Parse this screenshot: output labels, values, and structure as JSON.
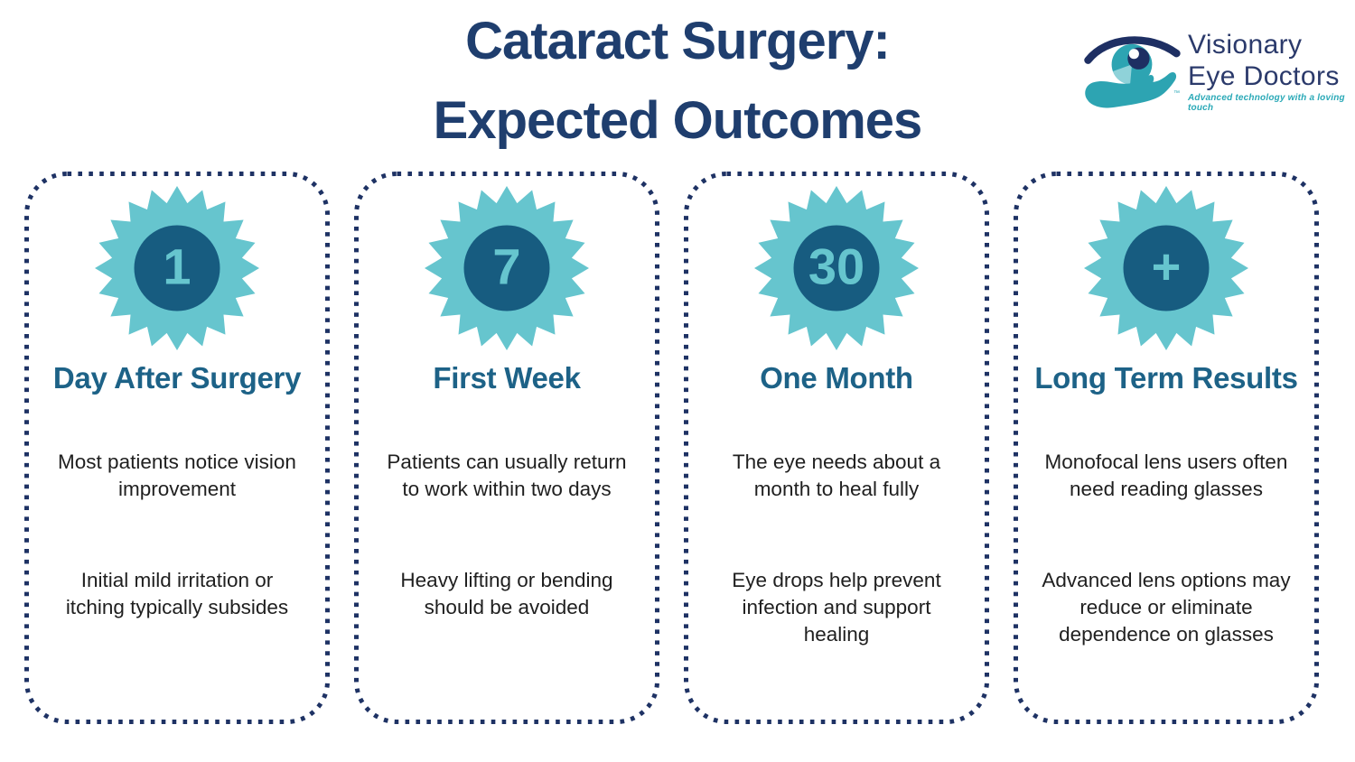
{
  "title": {
    "line1": "Cataract Surgery:",
    "line2": "Expected Outcomes"
  },
  "logo": {
    "name_line1": "Visionary",
    "name_line2": "Eye Doctors",
    "tagline": "Advanced technology with a loving touch",
    "trademark": "™",
    "icon": "eye-in-hand-logo"
  },
  "colors": {
    "title_navy": "#1f3e6e",
    "border_navy": "#1e3264",
    "heading_blue": "#1d6287",
    "burst_teal": "#66c5ce",
    "badge_circle_blue": "#175c80",
    "logo_teal": "#2aa9b7",
    "logo_navy": "#1e2f63",
    "body_text": "#1f1f1f"
  },
  "cards": [
    {
      "badge": "1",
      "heading": "Day After Surgery",
      "paragraphs": [
        "Most patients notice vision improvement",
        "Initial mild irritation or itching typically subsides"
      ]
    },
    {
      "badge": "7",
      "heading": "First Week",
      "paragraphs": [
        "Patients can usually return to work within two days",
        "Heavy lifting or bending should be avoided"
      ]
    },
    {
      "badge": "30",
      "heading": "One Month",
      "paragraphs": [
        "The eye needs about a month to heal fully",
        "Eye drops help prevent infection and support healing"
      ]
    },
    {
      "badge": "+",
      "heading": "Long Term Results",
      "paragraphs": [
        "Monofocal lens users often need reading glasses",
        "Advanced lens options may reduce or eliminate dependence on glasses"
      ]
    }
  ]
}
